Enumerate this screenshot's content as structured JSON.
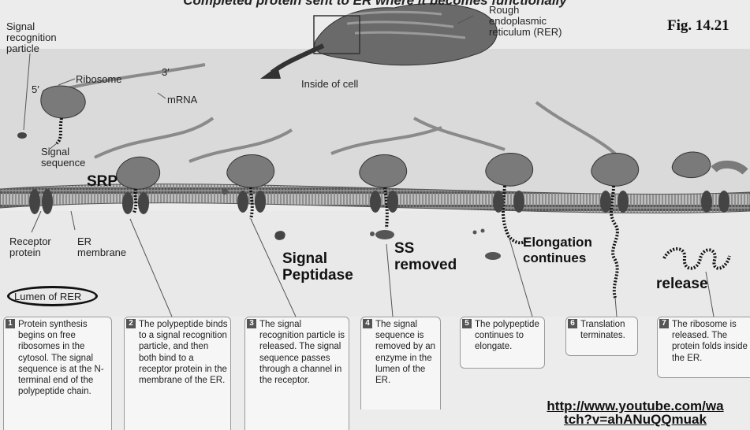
{
  "top_caption": "Completed protein sent to ER where it becomes functionally",
  "figure_label": "Fig. 14.21",
  "labels": {
    "srp_particle": [
      "Signal",
      "recognition",
      "particle"
    ],
    "ribosome": "Ribosome",
    "five_prime": "5′",
    "three_prime": "3′",
    "mrna": "mRNA",
    "signal_sequence": [
      "Signal",
      "sequence"
    ],
    "inside_cell": "Inside of cell",
    "rer": [
      "Rough",
      "endoplasmic",
      "reticulum (RER)"
    ],
    "receptor_protein": [
      "Receptor",
      "protein"
    ],
    "er_membrane": [
      "ER",
      "membrane"
    ],
    "lumen": "Lumen of RER"
  },
  "annotations": {
    "srp": "SRP",
    "signal_peptidase": [
      "Signal",
      "Peptidase"
    ],
    "ss_removed": [
      "SS",
      "removed"
    ],
    "elongation": [
      "Elongation",
      "continues"
    ],
    "release": "release"
  },
  "steps": [
    {
      "num": "1",
      "text": "Protein synthesis begins on free ribosomes in the cytosol. The signal sequence is at the N-terminal end of the polypeptide chain."
    },
    {
      "num": "2",
      "text": "The polypeptide binds to a signal recognition particle, and then both bind to a receptor protein in the membrane of the ER."
    },
    {
      "num": "3",
      "text": "The signal recognition particle is released. The signal sequence passes through a channel in the receptor."
    },
    {
      "num": "4",
      "text": "The signal sequence is removed by an enzyme in the lumen of the ER."
    },
    {
      "num": "5",
      "text": "The polypeptide continues to elongate."
    },
    {
      "num": "6",
      "text": "Translation terminates."
    },
    {
      "num": "7",
      "text": "The ribosome is released. The protein folds inside the ER."
    }
  ],
  "link": [
    "http://www.youtube.com/wa",
    "tch?v=ahANuQQmuak"
  ]
}
